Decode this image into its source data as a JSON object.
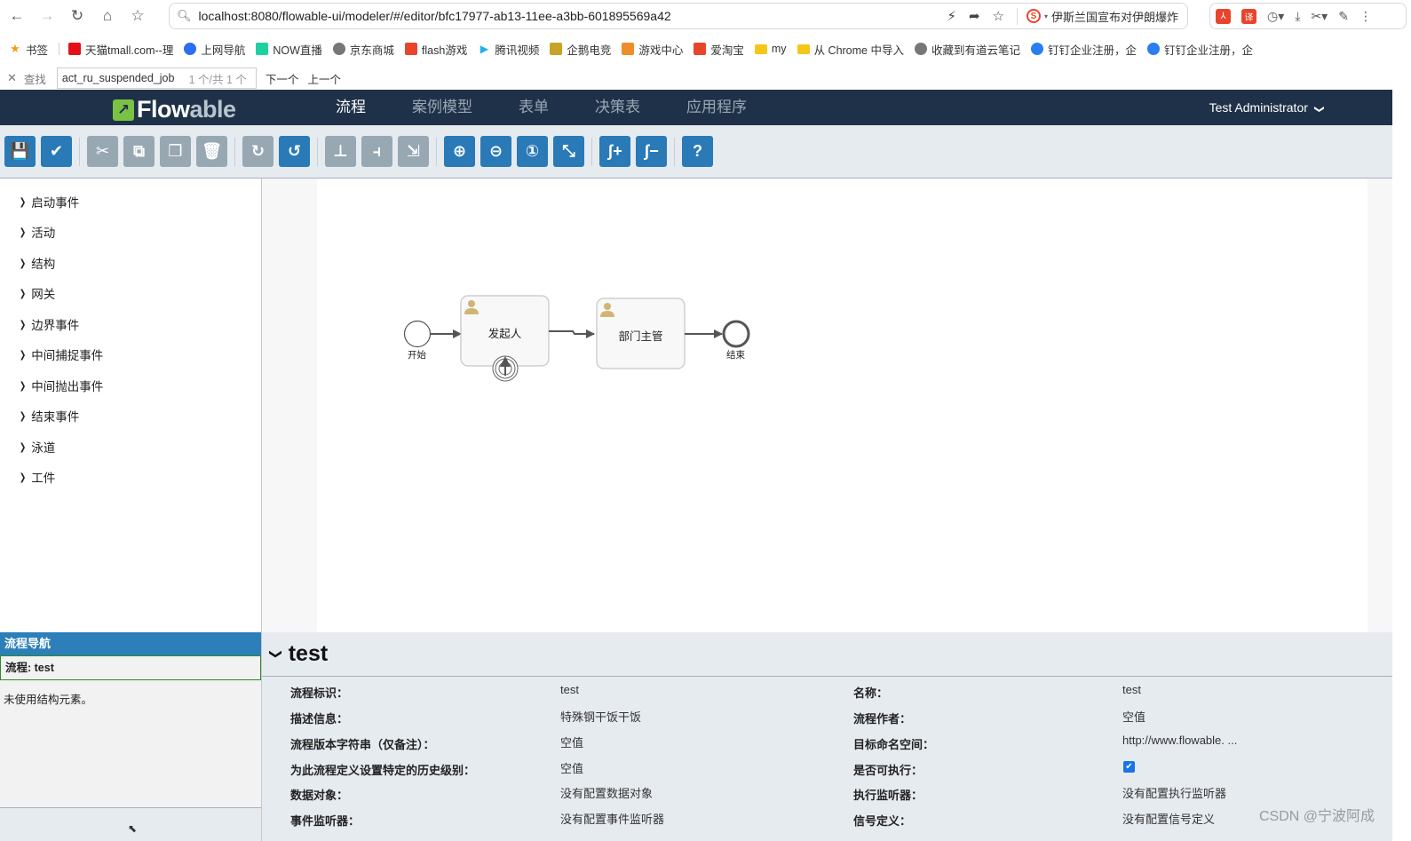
{
  "browser": {
    "url": "localhost:8080/flowable-ui/modeler/#/editor/bfc17977-ab13-11ee-a3bb-601895569a42",
    "news_ticker": "伊斯兰国宣布对伊朗爆炸",
    "ext_translate": "译"
  },
  "bookmarks": [
    {
      "label": "书签",
      "icon": "star-icon",
      "color": "#f39c12"
    },
    {
      "label": "天猫tmall.com--理",
      "icon": "tmall-icon",
      "color": "#e3101a"
    },
    {
      "label": "上网导航",
      "icon": "nav-icon",
      "color": "#2b6ef2"
    },
    {
      "label": "NOW直播",
      "icon": "now-icon",
      "color": "#1ed1a0"
    },
    {
      "label": "京东商城",
      "icon": "globe-icon",
      "color": "#777777"
    },
    {
      "label": "flash游戏",
      "icon": "flash-icon",
      "color": "#e8452c"
    },
    {
      "label": "腾讯视频",
      "icon": "play-icon",
      "color": "#20b0f0"
    },
    {
      "label": "企鹅电竞",
      "icon": "penguin-icon",
      "color": "#c9a227"
    },
    {
      "label": "游戏中心",
      "icon": "gamepad-icon",
      "color": "#f08c2c"
    },
    {
      "label": "爱淘宝",
      "icon": "taobao-icon",
      "color": "#e8452c"
    },
    {
      "label": "my",
      "icon": "folder-icon",
      "color": "#f5c518"
    },
    {
      "label": "从 Chrome 中导入",
      "icon": "folder-icon",
      "color": "#f5c518"
    },
    {
      "label": "收藏到有道云笔记",
      "icon": "globe-icon",
      "color": "#777777"
    },
    {
      "label": "钉钉企业注册，企",
      "icon": "dingtalk-icon",
      "color": "#2b7ef2"
    },
    {
      "label": "钉钉企业注册，企",
      "icon": "dingtalk-icon",
      "color": "#2b7ef2"
    }
  ],
  "findbar": {
    "label": "查找",
    "query": "act_ru_suspended_job",
    "count": "1 个/共 1 个",
    "next": "下一个",
    "prev": "上一个"
  },
  "app": {
    "logo_flow": "Flow",
    "logo_able": "able",
    "nav": [
      {
        "label": "流程",
        "active": true
      },
      {
        "label": "案例模型",
        "active": false
      },
      {
        "label": "表单",
        "active": false
      },
      {
        "label": "决策表",
        "active": false
      },
      {
        "label": "应用程序",
        "active": false
      }
    ],
    "user": "Test Administrator",
    "user_chevron": "❯"
  },
  "toolbar": {
    "buttons": [
      {
        "name": "save",
        "glyph": "💾",
        "style": "blue"
      },
      {
        "name": "validate",
        "glyph": "✔",
        "style": "blue"
      },
      {
        "name": "sep"
      },
      {
        "name": "cut",
        "glyph": "✂",
        "style": "gray"
      },
      {
        "name": "copy",
        "glyph": "⧉",
        "style": "gray"
      },
      {
        "name": "paste",
        "glyph": "❐",
        "style": "gray"
      },
      {
        "name": "delete",
        "glyph": "🗑",
        "style": "gray"
      },
      {
        "name": "sep"
      },
      {
        "name": "redo",
        "glyph": "↻",
        "style": "gray"
      },
      {
        "name": "undo",
        "glyph": "↺",
        "style": "blue"
      },
      {
        "name": "sep"
      },
      {
        "name": "align-horizontal",
        "glyph": "⊥",
        "style": "gray"
      },
      {
        "name": "align-vertical",
        "glyph": "⫞",
        "style": "gray"
      },
      {
        "name": "same-size",
        "glyph": "⇲",
        "style": "gray"
      },
      {
        "name": "sep"
      },
      {
        "name": "zoom-in",
        "glyph": "⊕",
        "style": "blue"
      },
      {
        "name": "zoom-out",
        "glyph": "⊖",
        "style": "blue"
      },
      {
        "name": "zoom-actual",
        "glyph": "①",
        "style": "blue"
      },
      {
        "name": "zoom-fit",
        "glyph": "⤡",
        "style": "blue"
      },
      {
        "name": "sep"
      },
      {
        "name": "add-bendpoint",
        "glyph": "ʃ+",
        "style": "blue"
      },
      {
        "name": "remove-bendpoint",
        "glyph": "ʃ−",
        "style": "blue"
      },
      {
        "name": "sep"
      },
      {
        "name": "help",
        "glyph": "?",
        "style": "blue"
      }
    ]
  },
  "palette": {
    "items": [
      "启动事件",
      "活动",
      "结构",
      "网关",
      "边界事件",
      "中间捕捉事件",
      "中间抛出事件",
      "结束事件",
      "泳道",
      "工件"
    ]
  },
  "diagram": {
    "start_label": "开始",
    "task1_label": "发起人",
    "task2_label": "部门主管",
    "end_label": "结束",
    "task_icon_color": "#d1b575"
  },
  "procnav": {
    "title": "流程导航",
    "process_row": "流程: test",
    "note": "未使用结构元素。"
  },
  "properties": {
    "title": "test",
    "left": [
      {
        "label": "流程标识：",
        "value": "test"
      },
      {
        "label": "描述信息：",
        "value": "特殊钢干饭干饭"
      },
      {
        "label": "流程版本字符串（仅备注）：",
        "value": "空值"
      },
      {
        "label": "为此流程定义设置特定的历史级别：",
        "value": "空值"
      },
      {
        "label": "数据对象：",
        "value": "没有配置数据对象"
      },
      {
        "label": "事件监听器：",
        "value": "没有配置事件监听器"
      }
    ],
    "right": [
      {
        "label": "名称：",
        "value": "test"
      },
      {
        "label": "流程作者：",
        "value": "空值"
      },
      {
        "label": "目标命名空间：",
        "value": "http://www.flowable. ..."
      },
      {
        "label": "是否可执行：",
        "value": "",
        "checked": true
      },
      {
        "label": "执行监听器：",
        "value": "没有配置执行监听器"
      },
      {
        "label": "信号定义：",
        "value": "没有配置信号定义"
      }
    ]
  },
  "watermark": "CSDN @宁波阿成"
}
